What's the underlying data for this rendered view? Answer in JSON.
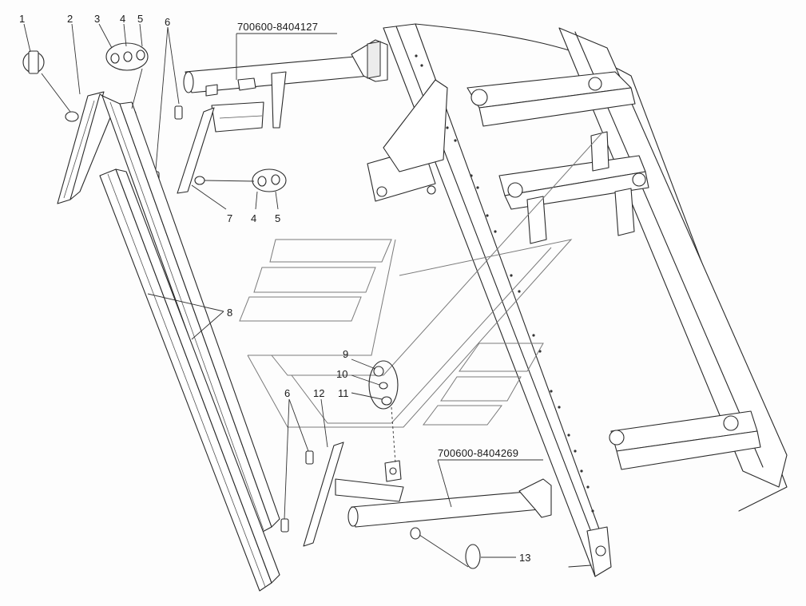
{
  "diagram": {
    "part_numbers": {
      "upper_bracket": "700600-8404127",
      "lower_bracket": "700600-8404269"
    },
    "callouts": [
      {
        "id": "c1",
        "text": "1"
      },
      {
        "id": "c2",
        "text": "2"
      },
      {
        "id": "c3",
        "text": "3"
      },
      {
        "id": "c4a",
        "text": "4"
      },
      {
        "id": "c5a",
        "text": "5"
      },
      {
        "id": "c6a",
        "text": "6"
      },
      {
        "id": "c7",
        "text": "7"
      },
      {
        "id": "c4b",
        "text": "4"
      },
      {
        "id": "c5b",
        "text": "5"
      },
      {
        "id": "c8",
        "text": "8"
      },
      {
        "id": "c9",
        "text": "9"
      },
      {
        "id": "c10",
        "text": "10"
      },
      {
        "id": "c11",
        "text": "11"
      },
      {
        "id": "c6b",
        "text": "6"
      },
      {
        "id": "c12",
        "text": "12"
      },
      {
        "id": "c13",
        "text": "13"
      }
    ]
  }
}
